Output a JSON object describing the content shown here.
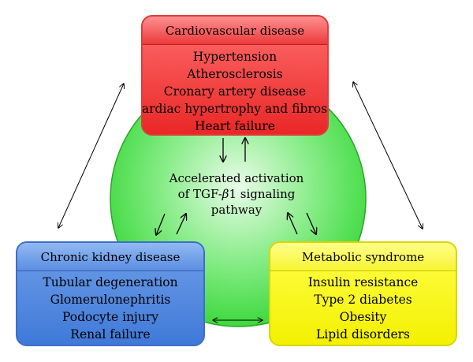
{
  "center": {
    "line1": "Accelerated activation",
    "line2_prefix": "of TGF-",
    "line2_beta": "β",
    "line2_suffix": "1 signaling",
    "line3": "pathway"
  },
  "cardiovascular": {
    "title": "Cardiovascular disease",
    "items": [
      "Hypertension",
      "Atherosclerosis",
      "Cronary artery disease",
      "Cardiac hypertrophy and fibrosis",
      "Heart failure"
    ]
  },
  "kidney": {
    "title": "Chronic kidney disease",
    "items": [
      "Tubular degeneration",
      "Glomerulonephritis",
      "Podocyte injury",
      "Renal failure"
    ]
  },
  "metabolic": {
    "title": "Metabolic syndrome",
    "items": [
      "Insulin resistance",
      "Type 2 diabetes",
      "Obesity",
      "Lipid disorders"
    ]
  },
  "colors": {
    "circle": "#3ed93e",
    "cardiovascular": "#ea2727",
    "kidney": "#3f79d9",
    "metabolic": "#f3f000"
  }
}
